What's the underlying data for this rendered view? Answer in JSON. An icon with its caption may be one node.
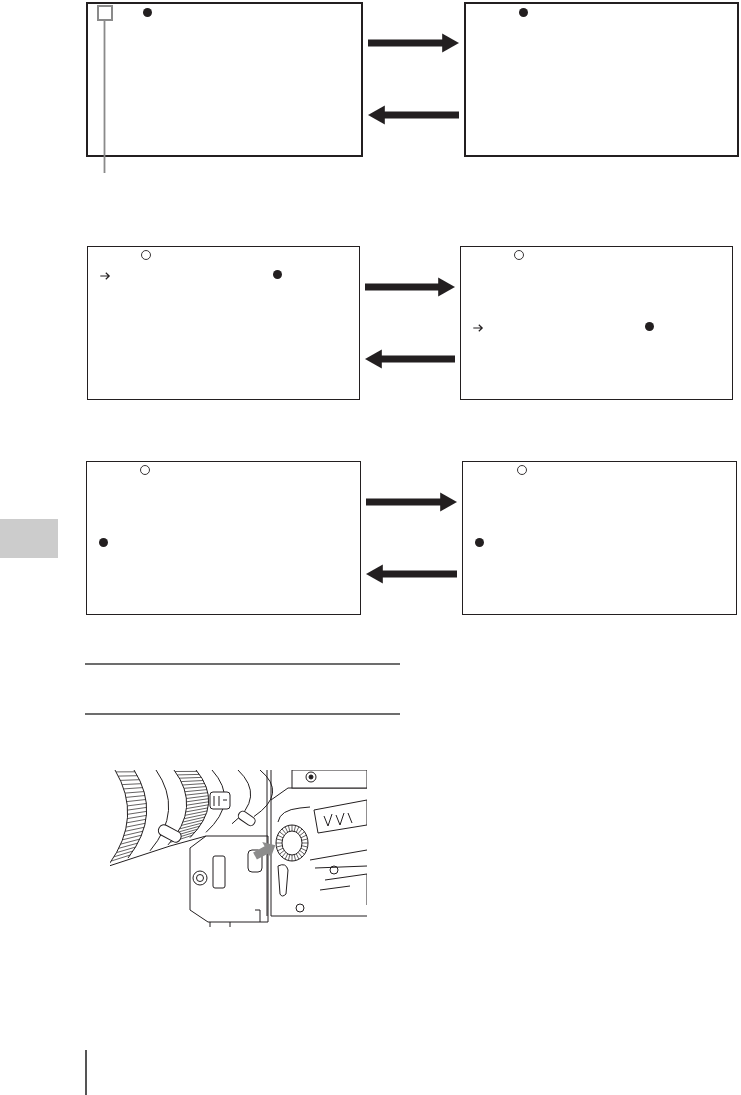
{
  "diagram": {
    "nodes": [
      {
        "text": [],
        "shape": "box"
      },
      {
        "text": [],
        "shape": "box",
        "in": 0
      },
      {
        "text": [],
        "shape": "box"
      },
      {
        "text": [],
        "shape": "box"
      },
      {
        "text": [],
        "shape": "box"
      },
      {
        "text": [],
        "shape": "box"
      },
      {
        "text": [],
        "shape": "box"
      }
    ],
    "edges": [
      {
        "from": 0,
        "to": 2,
        "arrow": "to"
      },
      {
        "from": 2,
        "to": 0,
        "arrow": "to"
      },
      {
        "from": 3,
        "to": 4,
        "arrow": "to"
      },
      {
        "from": 4,
        "to": 3,
        "arrow": "to"
      },
      {
        "from": 5,
        "to": 6,
        "arrow": "to"
      },
      {
        "from": 6,
        "to": 5,
        "arrow": "to"
      },
      {
        "from": null,
        "to": 1,
        "arrow": "none",
        "color": "#8a8a8a"
      }
    ]
  }
}
